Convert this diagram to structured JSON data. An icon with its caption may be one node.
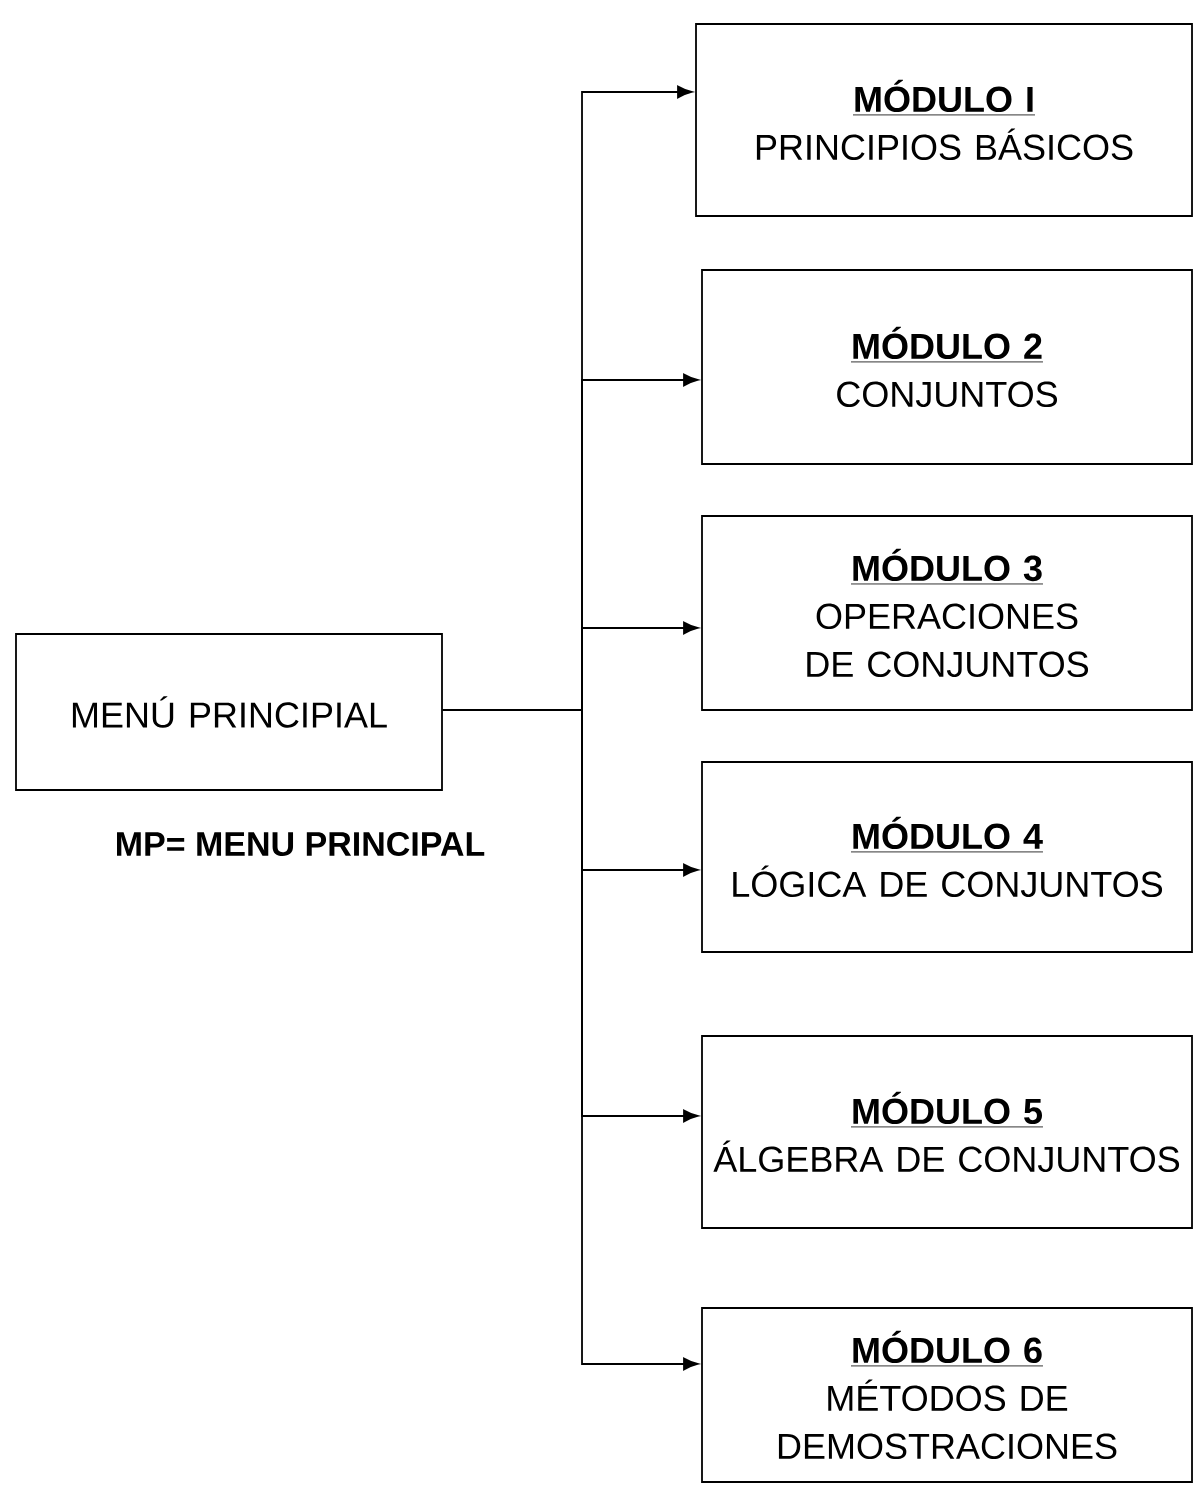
{
  "diagram": {
    "nodes": [
      {
        "text": [
          "MENÚ PRINCIPIAL"
        ]
      },
      {
        "text": [
          "MÓDULO I",
          "PRINCIPIOS BÁSICOS"
        ]
      },
      {
        "text": [
          "MÓDULO 2",
          "CONJUNTOS"
        ]
      },
      {
        "text": [
          "MÓDULO 3",
          "OPERACIONES DE CONJUNTOS"
        ]
      },
      {
        "text": [
          "MÓDULO 4",
          "LÓGICA DE CONJUNTOS"
        ]
      },
      {
        "text": [
          "MÓDULO 5",
          "ÁLGEBRA DE CONJUNTOS"
        ]
      },
      {
        "text": [
          "MÓDULO 6",
          "MÉTODOS DE DEMOSTRACIONES"
        ]
      }
    ],
    "edges": [
      {
        "from": 0,
        "to": 1,
        "arrow": "to"
      },
      {
        "from": 0,
        "to": 2,
        "arrow": "to"
      },
      {
        "from": 0,
        "to": 3,
        "arrow": "to"
      },
      {
        "from": 0,
        "to": 4,
        "arrow": "to"
      },
      {
        "from": 0,
        "to": 5,
        "arrow": "to"
      },
      {
        "from": 0,
        "to": 6,
        "arrow": "to"
      }
    ],
    "labels": [
      "MP= MENU PRINCIPAL"
    ]
  }
}
